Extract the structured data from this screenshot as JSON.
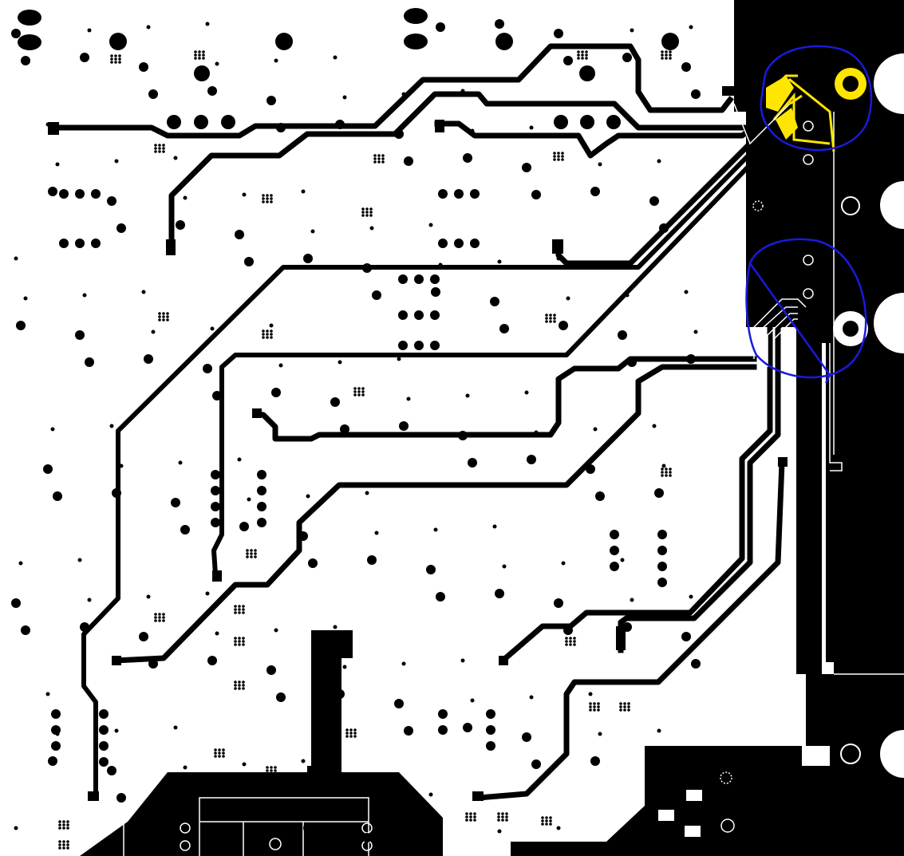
{
  "view": {
    "kind": "pcb-layout-screenshot",
    "layer_color": "#000000",
    "board_color": "#ffffff",
    "highlight_color": "#ffe600",
    "annotation_color": "#1a1adc",
    "outline_color": "#ffffff"
  },
  "annotations": [
    {
      "label": "blue-circle-top",
      "shape": "hand-drawn-ellipse"
    },
    {
      "label": "blue-circle-bottom",
      "shape": "hand-drawn-ellipse"
    }
  ],
  "features": {
    "traces": "copper-traces",
    "vias": "via-array",
    "pads": "mounting-pads",
    "planes": "ground-planes"
  }
}
